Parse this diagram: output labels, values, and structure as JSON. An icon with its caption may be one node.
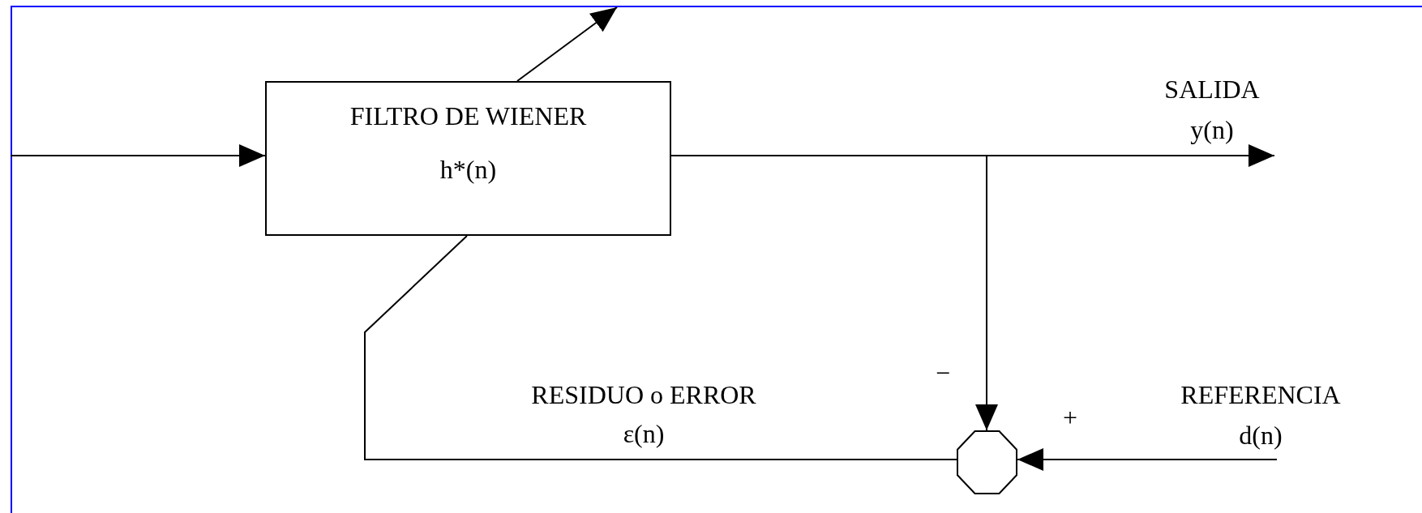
{
  "diagram": {
    "nodes": [
      {
        "text": [
          "FILTRO DE WIENER",
          "h*(n)"
        ]
      },
      {
        "text": [],
        "shape": "octagon"
      },
      {
        "text": [
          "SALIDA",
          "y(n)"
        ]
      },
      {
        "text": [
          "REFERENCIA",
          "d(n)"
        ]
      }
    ],
    "edges": [
      {
        "from": null,
        "to": 0,
        "arrow": "to"
      },
      {
        "from": 0,
        "to": null,
        "arrow": "to"
      },
      {
        "from": 0,
        "to": 2,
        "arrow": "to"
      },
      {
        "from": 0,
        "to": 1,
        "arrow": "to"
      },
      {
        "from": 3,
        "to": 1,
        "arrow": "to"
      },
      {
        "from": 1,
        "to": 0,
        "arrow": "none"
      }
    ],
    "labels": [
      "−",
      "RESIDUO o ERROR",
      "ε(n)",
      "+"
    ]
  }
}
